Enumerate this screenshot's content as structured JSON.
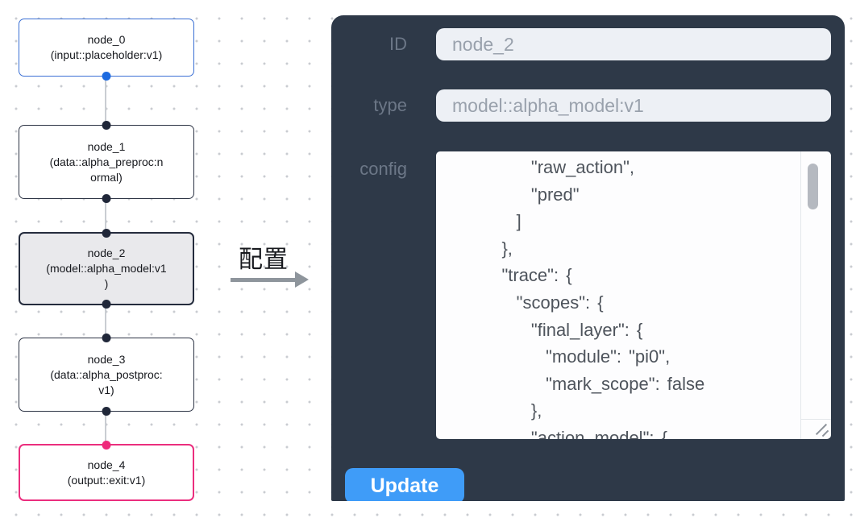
{
  "flow": {
    "nodes": [
      {
        "name": "node_0",
        "type_lines": [
          "(input::placeholder:v1)"
        ],
        "variant": "input"
      },
      {
        "name": "node_1",
        "type_lines": [
          "(data::alpha_preproc:n",
          "ormal)"
        ],
        "variant": "data"
      },
      {
        "name": "node_2",
        "type_lines": [
          "(model::alpha_model:v1",
          ")"
        ],
        "variant": "model",
        "selected": true
      },
      {
        "name": "node_3",
        "type_lines": [
          "(data::alpha_postproc:",
          "v1)"
        ],
        "variant": "data"
      },
      {
        "name": "node_4",
        "type_lines": [
          "(output::exit:v1)"
        ],
        "variant": "output"
      }
    ]
  },
  "transition": {
    "label": "配置"
  },
  "panel": {
    "fields": {
      "id": {
        "label": "ID",
        "value": "node_2"
      },
      "type": {
        "label": "type",
        "value": "model::alpha_model:v1"
      },
      "config": {
        "label": "config",
        "value": "        \"raw_action\",\n        \"pred\"\n      ]\n    },\n    \"trace\": {\n      \"scopes\": {\n        \"final_layer\": {\n          \"module\": \"pi0\",\n          \"mark_scope\": false\n        },\n        \"action_model\": {"
      }
    },
    "update_button": "Update"
  },
  "colors": {
    "panel_bg": "#2e3948",
    "input_field_bg": "#edf0f5",
    "button_bg": "#3f9cf8",
    "input_node_border": "#3a6fd4",
    "output_node_border": "#eb2e7e",
    "default_node_border": "#2c3344",
    "selected_node_bg": "#e9e9ec",
    "port_dark": "#202739",
    "port_blue": "#1d6ae0",
    "port_pink": "#ee2a7b"
  }
}
